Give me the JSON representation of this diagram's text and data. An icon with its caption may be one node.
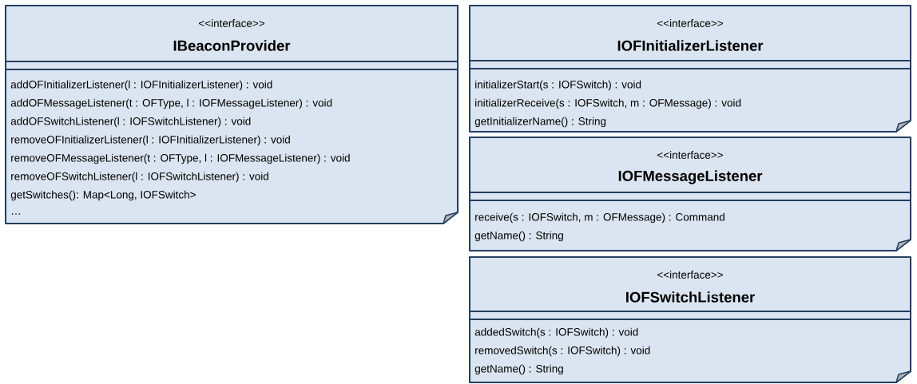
{
  "diagram": {
    "nodes": [
      {
        "text": [
          "<<interface>>",
          "IBeaconProvider",
          "addOFInitializerListener(l : IOFInitializerListener) : void",
          "addOFMessageListener(t : OFType, l : IOFMessageListener) : void",
          "addOFSwitchListener(l : IOFSwitchListener) : void",
          "removeOFInitializerListener(l : IOFInitializerListener) : void",
          "removeOFMessageListener(t : OFType, l : IOFMessageListener) : void",
          "removeOFSwitchListener(l : IOFSwitchListener) : void",
          "getSwitches(): Map<Long, IOFSwitch>",
          "…"
        ]
      },
      {
        "text": [
          "<<interface>>",
          "IOFInitializerListener",
          "initializerStart(s : IOFSwitch) : void",
          "initializerReceive(s : IOFSwitch, m : OFMessage) : void",
          "getInitializerName() : String"
        ]
      },
      {
        "text": [
          "<<interface>>",
          "IOFMessageListener",
          "receive(s : IOFSwitch, m : OFMessage) : Command",
          "getName() : String"
        ]
      },
      {
        "text": [
          "<<interface>>",
          "IOFSwitchListener",
          "addedSwitch(s : IOFSwitch) : void",
          "removedSwitch(s : IOFSwitch) : void",
          "getName() : String"
        ]
      }
    ]
  }
}
